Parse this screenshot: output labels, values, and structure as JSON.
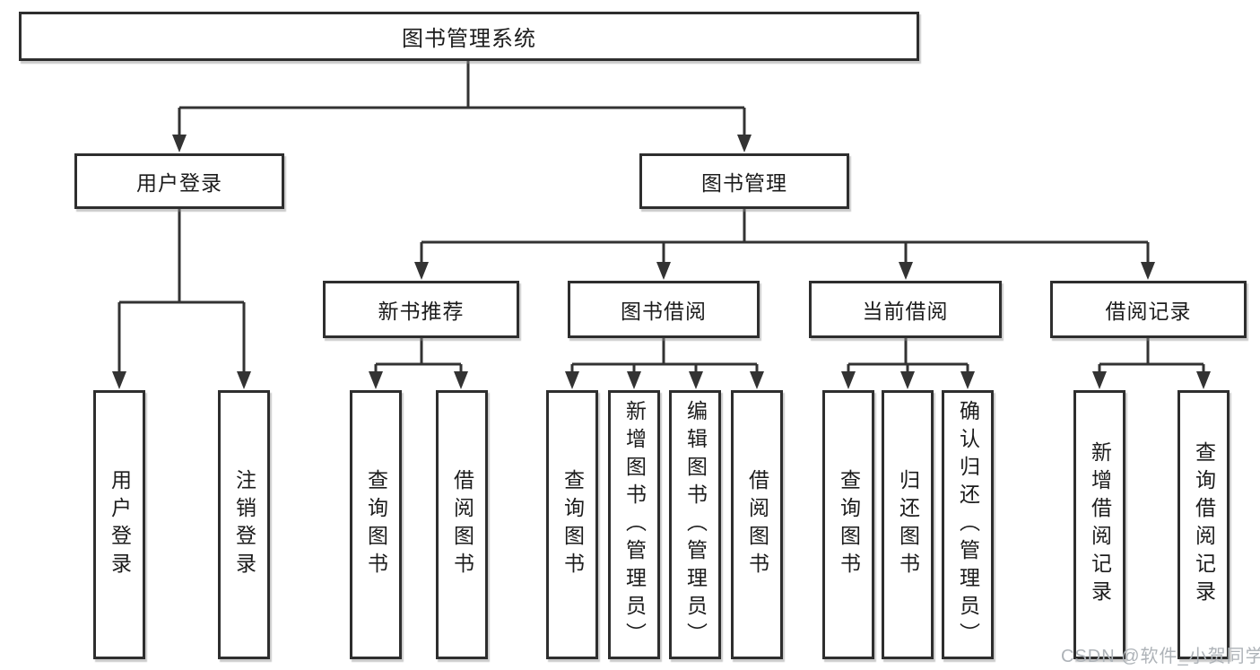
{
  "root": {
    "label": "图书管理系统"
  },
  "level2": [
    {
      "label": "用户登录"
    },
    {
      "label": "图书管理"
    }
  ],
  "level3": [
    {
      "label": "新书推荐"
    },
    {
      "label": "图书借阅"
    },
    {
      "label": "当前借阅"
    },
    {
      "label": "借阅记录"
    }
  ],
  "leaves": {
    "user": [
      "用户登录",
      "注销登录"
    ],
    "recommend": [
      "查询图书",
      "借阅图书"
    ],
    "borrow": [
      "查询图书",
      "新增图书（管理员）",
      "编辑图书（管理员）",
      "借阅图书"
    ],
    "current": [
      "查询图书",
      "归还图书",
      "确认归还（管理员）"
    ],
    "records": [
      "新增借阅记录",
      "查询借阅记录"
    ]
  },
  "watermark": {
    "text": "CSDN @软件_小贺同学"
  },
  "colors": {
    "line": "#333333",
    "box_border": "#2e2e2e",
    "box_fill": "#ffffff",
    "text": "#1c1c1c",
    "watermark": "#aeb3b8"
  }
}
